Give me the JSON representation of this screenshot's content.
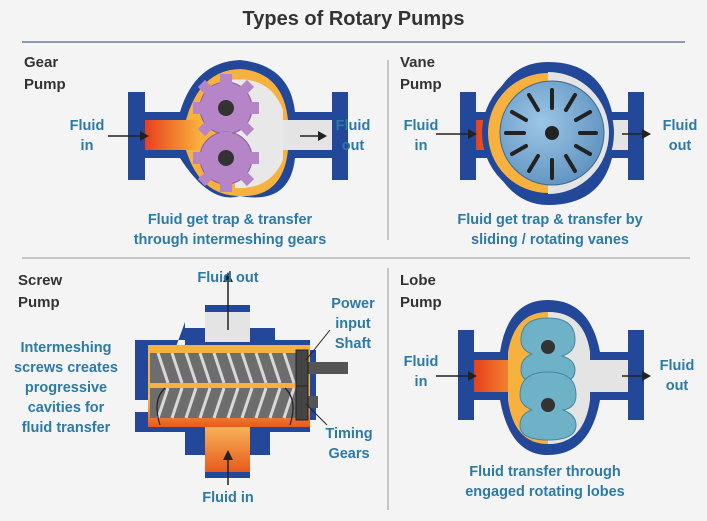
{
  "title": "Types of Rotary Pumps",
  "gear": {
    "name_line1": "Gear",
    "name_line2": "Pump",
    "in_line1": "Fluid",
    "in_line2": "in",
    "out_line1": "Fluid",
    "out_line2": "out",
    "caption_line1": "Fluid get trap & transfer",
    "caption_line2": "through intermeshing gears"
  },
  "vane": {
    "name_line1": "Vane",
    "name_line2": "Pump",
    "in_line1": "Fluid",
    "in_line2": "in",
    "out_line1": "Fluid",
    "out_line2": "out",
    "caption_line1": "Fluid get trap & transfer by",
    "caption_line2": "sliding / rotating vanes"
  },
  "screw": {
    "name_line1": "Screw",
    "name_line2": "Pump",
    "out_label": "Fluid out",
    "in_label": "Fluid in",
    "power_line1": "Power",
    "power_line2": "input",
    "power_line3": "Shaft",
    "timing_line1": "Timing",
    "timing_line2": "Gears",
    "desc": [
      "Intermeshing",
      "screws creates",
      "progressive",
      "cavities for",
      "fluid transfer"
    ]
  },
  "lobe": {
    "name_line1": "Lobe",
    "name_line2": "Pump",
    "in_line1": "Fluid",
    "in_line2": "in",
    "out_line1": "Fluid",
    "out_line2": "out",
    "caption_line1": "Fluid transfer through",
    "caption_line2": "engaged rotating lobes"
  },
  "colors": {
    "casing": "#23489a",
    "hot": "#e8401c",
    "warm": "#f7b13e",
    "cold": "#e4e4e4",
    "gear": "#b585c7",
    "vane_rotor": "#77a8cf",
    "lobe": "#6fb1c7",
    "text_blue": "#2c7aa5",
    "text_dark": "#333333"
  }
}
